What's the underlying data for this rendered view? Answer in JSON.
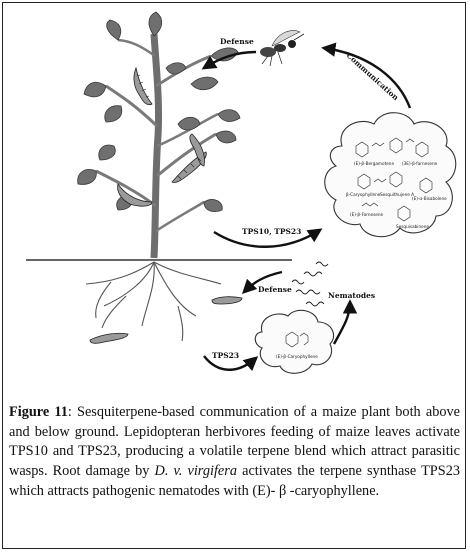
{
  "figure": {
    "labels": {
      "defense_top": "Defense",
      "communication": "Communication",
      "tps_top": "TPS10, TPS23",
      "defense_bottom": "Defense",
      "nematodes": "Nematodes",
      "tps_bottom": "TPS23"
    },
    "cloud_top_compounds": [
      "(E)-β-Bergamotene",
      "(3E)-β-farnesene",
      "β-Caryophyllene",
      "Sesquithujene A",
      "(E)-α-Bisabolene",
      "(E)-β-Farnesene",
      "Sesquisabinene"
    ],
    "cloud_bottom_compound": "(E)-β-Caryophyllene"
  },
  "caption": {
    "label": "Figure 11",
    "text_1": ": Sesquiterpene-based communication of a maize plant both above and below ground. Lepidopteran herbivores feeding of maize leaves activate TPS10 and TPS23, producing a volatile terpene blend which attract parasitic wasps. Root damage by ",
    "species": "D. v. virgifera",
    "text_2": " activates the terpene synthase TPS23 which attracts pathogenic nematodes with (E)- β -caryophyllene."
  }
}
